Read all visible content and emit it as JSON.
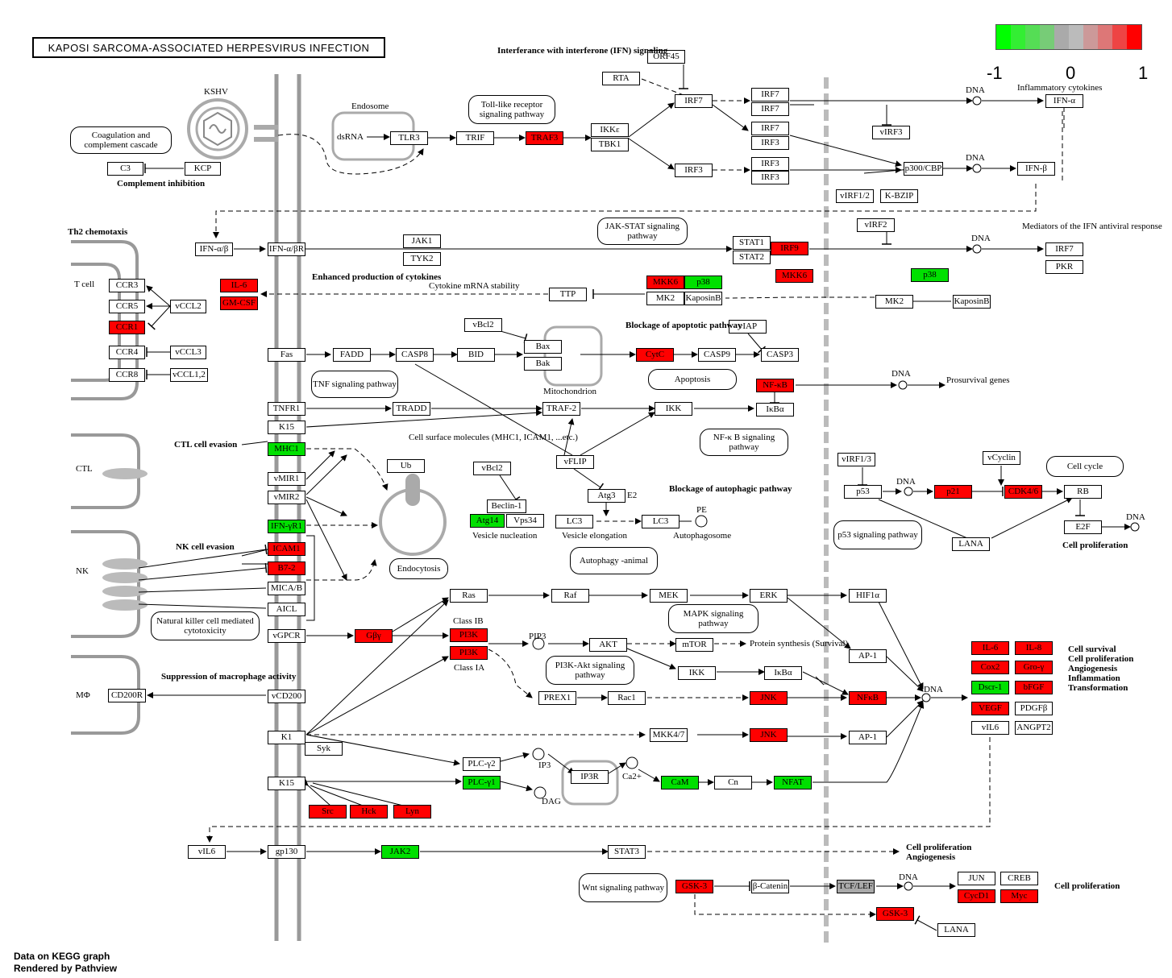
{
  "title": "KAPOSI SARCOMA-ASSOCIATED HERPESVIRUS INFECTION",
  "legend": {
    "colors": [
      "#00ff00",
      "#33ee33",
      "#55dd55",
      "#77cc77",
      "#aaaaaa",
      "#bbbbbb",
      "#cc9999",
      "#dd7777",
      "#ee4444",
      "#ff0000"
    ],
    "min_label": "-1",
    "mid_label": "0",
    "max_label": "1"
  },
  "footer": {
    "line1": "Data on KEGG graph",
    "line2": "Rendered by Pathview"
  },
  "status_colors": {
    "red": "#ff0000",
    "green": "#00e000",
    "gray": "#aaaaaa",
    "none": "#ffffff"
  },
  "nodes": [
    {
      "id": "C3",
      "text": "C3",
      "status": "none"
    },
    {
      "id": "KCP",
      "text": "KCP",
      "status": "none"
    },
    {
      "id": "CCR3",
      "text": "CCR3",
      "status": "none"
    },
    {
      "id": "CCR5",
      "text": "CCR5",
      "status": "none"
    },
    {
      "id": "CCR1",
      "text": "CCR1",
      "status": "red"
    },
    {
      "id": "CCR4",
      "text": "CCR4",
      "status": "none"
    },
    {
      "id": "CCR8",
      "text": "CCR8",
      "status": "none"
    },
    {
      "id": "vCCL2",
      "text": "vCCL2",
      "status": "none"
    },
    {
      "id": "vCCL3",
      "text": "vCCL3",
      "status": "none"
    },
    {
      "id": "vCCL12",
      "text": "vCCL1,2",
      "status": "none"
    },
    {
      "id": "IL6a",
      "text": "IL-6",
      "status": "red"
    },
    {
      "id": "GMCSF",
      "text": "GM-CSF",
      "status": "red"
    },
    {
      "id": "CD200R",
      "text": "CD200R",
      "status": "none"
    },
    {
      "id": "IFNab",
      "text": "IFN-α/β",
      "status": "none"
    },
    {
      "id": "IFNabR",
      "text": "IFN-α/βR",
      "status": "none"
    },
    {
      "id": "Fas",
      "text": "Fas",
      "status": "none"
    },
    {
      "id": "TNFR1",
      "text": "TNFR1",
      "status": "none"
    },
    {
      "id": "K15a",
      "text": "K15",
      "status": "none"
    },
    {
      "id": "MHC1",
      "text": "MHC1",
      "status": "green"
    },
    {
      "id": "vMIR1",
      "text": "vMIR1",
      "status": "none"
    },
    {
      "id": "vMIR2",
      "text": "vMIR2",
      "status": "none"
    },
    {
      "id": "IFNgR1",
      "text": "IFN-γR1",
      "status": "green"
    },
    {
      "id": "ICAM1",
      "text": "ICAM1",
      "status": "red"
    },
    {
      "id": "B72",
      "text": "B7-2",
      "status": "red"
    },
    {
      "id": "MICAB",
      "text": "MICA/B",
      "status": "none"
    },
    {
      "id": "AICL",
      "text": "AICL",
      "status": "none"
    },
    {
      "id": "vGPCR",
      "text": "vGPCR",
      "status": "none"
    },
    {
      "id": "vCD200",
      "text": "vCD200",
      "status": "none"
    },
    {
      "id": "K1",
      "text": "K1",
      "status": "none"
    },
    {
      "id": "Syk",
      "text": "Syk",
      "status": "none"
    },
    {
      "id": "K15b",
      "text": "K15",
      "status": "none"
    },
    {
      "id": "Src",
      "text": "Src",
      "status": "red"
    },
    {
      "id": "Hck",
      "text": "Hck",
      "status": "red"
    },
    {
      "id": "Lyn",
      "text": "Lyn",
      "status": "red"
    },
    {
      "id": "vIL6",
      "text": "vIL6",
      "status": "none"
    },
    {
      "id": "gp130",
      "text": "gp130",
      "status": "none"
    },
    {
      "id": "JAK2",
      "text": "JAK2",
      "status": "green"
    },
    {
      "id": "STAT3",
      "text": "STAT3",
      "status": "none"
    },
    {
      "id": "TLR3",
      "text": "TLR3",
      "status": "none"
    },
    {
      "id": "TRIF",
      "text": "TRIF",
      "status": "none"
    },
    {
      "id": "TRAF3",
      "text": "TRAF3",
      "status": "red"
    },
    {
      "id": "IKKe",
      "text": "IKKε",
      "status": "none"
    },
    {
      "id": "TBK1",
      "text": "TBK1",
      "status": "none"
    },
    {
      "id": "RTA",
      "text": "RTA",
      "status": "none"
    },
    {
      "id": "ORF45",
      "text": "ORF45",
      "status": "none"
    },
    {
      "id": "IRF7a",
      "text": "IRF7",
      "status": "none"
    },
    {
      "id": "IRF3a",
      "text": "IRF3",
      "status": "none"
    },
    {
      "id": "IRF7b",
      "text": "IRF7",
      "status": "none"
    },
    {
      "id": "IRF7c",
      "text": "IRF7",
      "status": "none"
    },
    {
      "id": "IRF7d",
      "text": "IRF7",
      "status": "none"
    },
    {
      "id": "IRF3b",
      "text": "IRF3",
      "status": "none"
    },
    {
      "id": "IRF3c",
      "text": "IRF3",
      "status": "none"
    },
    {
      "id": "IRF3d",
      "text": "IRF3",
      "status": "none"
    },
    {
      "id": "vIRF3",
      "text": "vIRF3",
      "status": "none"
    },
    {
      "id": "p300",
      "text": "p300/CBP",
      "status": "none"
    },
    {
      "id": "vIRF12",
      "text": "vIRF1/2",
      "status": "none"
    },
    {
      "id": "KBZIP",
      "text": "K-BZIP",
      "status": "none"
    },
    {
      "id": "IFNa",
      "text": "IFN-α",
      "status": "none"
    },
    {
      "id": "IFNb",
      "text": "IFN-β",
      "status": "none"
    },
    {
      "id": "JAK1",
      "text": "JAK1",
      "status": "none"
    },
    {
      "id": "TYK2",
      "text": "TYK2",
      "status": "none"
    },
    {
      "id": "STAT1",
      "text": "STAT1",
      "status": "none"
    },
    {
      "id": "STAT2",
      "text": "STAT2",
      "status": "none"
    },
    {
      "id": "IRF9",
      "text": "IRF9",
      "status": "red"
    },
    {
      "id": "vIRF2",
      "text": "vIRF2",
      "status": "none"
    },
    {
      "id": "IRF7e",
      "text": "IRF7",
      "status": "none"
    },
    {
      "id": "PKR",
      "text": "PKR",
      "status": "none"
    },
    {
      "id": "MKK6a",
      "text": "MKK6",
      "status": "red"
    },
    {
      "id": "p38a",
      "text": "p38",
      "status": "green"
    },
    {
      "id": "MK2a",
      "text": "MK2",
      "status": "none"
    },
    {
      "id": "KaposinBa",
      "text": "KaposinB",
      "status": "none"
    },
    {
      "id": "TTP",
      "text": "TTP",
      "status": "none"
    },
    {
      "id": "MKK6b",
      "text": "MKK6",
      "status": "red"
    },
    {
      "id": "p38b",
      "text": "p38",
      "status": "green"
    },
    {
      "id": "MK2b",
      "text": "MK2",
      "status": "none"
    },
    {
      "id": "KaposinBb",
      "text": "KaposinB",
      "status": "none"
    },
    {
      "id": "vBcl2a",
      "text": "vBcl2",
      "status": "none"
    },
    {
      "id": "FADD",
      "text": "FADD",
      "status": "none"
    },
    {
      "id": "CASP8",
      "text": "CASP8",
      "status": "none"
    },
    {
      "id": "BID",
      "text": "BID",
      "status": "none"
    },
    {
      "id": "Bax",
      "text": "Bax",
      "status": "none"
    },
    {
      "id": "Bak",
      "text": "Bak",
      "status": "none"
    },
    {
      "id": "CytC",
      "text": "CytC",
      "status": "red"
    },
    {
      "id": "CASP9",
      "text": "CASP9",
      "status": "none"
    },
    {
      "id": "CASP3",
      "text": "CASP3",
      "status": "none"
    },
    {
      "id": "vIAP",
      "text": "vIAP",
      "status": "none"
    },
    {
      "id": "NFkBa",
      "text": "NF-κB",
      "status": "red"
    },
    {
      "id": "IkBa",
      "text": "IκBα",
      "status": "none"
    },
    {
      "id": "TRADD",
      "text": "TRADD",
      "status": "none"
    },
    {
      "id": "TRAF2",
      "text": "TRAF-2",
      "status": "none"
    },
    {
      "id": "IKKa",
      "text": "IKK",
      "status": "none"
    },
    {
      "id": "vFLIP",
      "text": "vFLIP",
      "status": "none"
    },
    {
      "id": "Ub",
      "text": "Ub",
      "status": "none"
    },
    {
      "id": "vBcl2b",
      "text": "vBcl2",
      "status": "none"
    },
    {
      "id": "Beclin1",
      "text": "Beclin-1",
      "status": "none"
    },
    {
      "id": "Atg14",
      "text": "Atg14",
      "status": "green"
    },
    {
      "id": "Vps34",
      "text": "Vps34",
      "status": "none"
    },
    {
      "id": "Atg3",
      "text": "Atg3",
      "status": "none"
    },
    {
      "id": "LC3a",
      "text": "LC3",
      "status": "none"
    },
    {
      "id": "LC3b",
      "text": "LC3",
      "status": "none"
    },
    {
      "id": "vIRF13",
      "text": "vIRF1/3",
      "status": "none"
    },
    {
      "id": "p53",
      "text": "p53",
      "status": "none"
    },
    {
      "id": "p21",
      "text": "p21",
      "status": "red"
    },
    {
      "id": "vCyclin",
      "text": "vCyclin",
      "status": "none"
    },
    {
      "id": "CDK46",
      "text": "CDK4/6",
      "status": "red"
    },
    {
      "id": "RB",
      "text": "RB",
      "status": "none"
    },
    {
      "id": "E2F",
      "text": "E2F",
      "status": "none"
    },
    {
      "id": "LANAa",
      "text": "LANA",
      "status": "none"
    },
    {
      "id": "Ras",
      "text": "Ras",
      "status": "none"
    },
    {
      "id": "Raf",
      "text": "Raf",
      "status": "none"
    },
    {
      "id": "MEK",
      "text": "MEK",
      "status": "none"
    },
    {
      "id": "ERK",
      "text": "ERK",
      "status": "none"
    },
    {
      "id": "HIF1a",
      "text": "HIF1α",
      "status": "none"
    },
    {
      "id": "AP1a",
      "text": "AP-1",
      "status": "none"
    },
    {
      "id": "Gby",
      "text": "Gβγ",
      "status": "red"
    },
    {
      "id": "PI3Ka",
      "text": "PI3K",
      "status": "red"
    },
    {
      "id": "PI3Kb",
      "text": "PI3K",
      "status": "red"
    },
    {
      "id": "AKT",
      "text": "AKT",
      "status": "none"
    },
    {
      "id": "mTOR",
      "text": "mTOR",
      "status": "none"
    },
    {
      "id": "IKKb",
      "text": "IKK",
      "status": "none"
    },
    {
      "id": "IkBab",
      "text": "IκBα",
      "status": "none"
    },
    {
      "id": "PREX1",
      "text": "PREX1",
      "status": "none"
    },
    {
      "id": "Rac1",
      "text": "Rac1",
      "status": "none"
    },
    {
      "id": "JNKa",
      "text": "JNK",
      "status": "red"
    },
    {
      "id": "NFkBb",
      "text": "NFκB",
      "status": "red"
    },
    {
      "id": "MKK47",
      "text": "MKK4/7",
      "status": "none"
    },
    {
      "id": "JNKb",
      "text": "JNK",
      "status": "red"
    },
    {
      "id": "AP1b",
      "text": "AP-1",
      "status": "none"
    },
    {
      "id": "PLCy2",
      "text": "PLC-γ2",
      "status": "none"
    },
    {
      "id": "PLCy1",
      "text": "PLC-γ1",
      "status": "green"
    },
    {
      "id": "IP3R",
      "text": "IP3R",
      "status": "none"
    },
    {
      "id": "CaM",
      "text": "CaM",
      "status": "green"
    },
    {
      "id": "Cn",
      "text": "Cn",
      "status": "none"
    },
    {
      "id": "NFAT",
      "text": "NFAT",
      "status": "green"
    },
    {
      "id": "IL6b",
      "text": "IL-6",
      "status": "red"
    },
    {
      "id": "IL8",
      "text": "IL-8",
      "status": "red"
    },
    {
      "id": "Cox2",
      "text": "Cox2",
      "status": "red"
    },
    {
      "id": "Groy",
      "text": "Gro-γ",
      "status": "red"
    },
    {
      "id": "Dscr1",
      "text": "Dscr-1",
      "status": "green"
    },
    {
      "id": "bFGF",
      "text": "bFGF",
      "status": "red"
    },
    {
      "id": "VEGF",
      "text": "VEGF",
      "status": "red"
    },
    {
      "id": "PDGFb",
      "text": "PDGFβ",
      "status": "none"
    },
    {
      "id": "vIL6b",
      "text": "vIL6",
      "status": "none"
    },
    {
      "id": "ANGPT2",
      "text": "ANGPT2",
      "status": "none"
    },
    {
      "id": "GSK3a",
      "text": "GSK-3",
      "status": "red"
    },
    {
      "id": "bCatenin",
      "text": "β-Catenin",
      "status": "none"
    },
    {
      "id": "TCFLEF",
      "text": "TCF/LEF",
      "status": "gray"
    },
    {
      "id": "JUN",
      "text": "JUN",
      "status": "none"
    },
    {
      "id": "CREB",
      "text": "CREB",
      "status": "none"
    },
    {
      "id": "CycD1",
      "text": "CycD1",
      "status": "red"
    },
    {
      "id": "Myc",
      "text": "Myc",
      "status": "red"
    },
    {
      "id": "GSK3b",
      "text": "GSK-3",
      "status": "red"
    },
    {
      "id": "LANAb",
      "text": "LANA",
      "status": "none"
    }
  ],
  "pathway_boxes": [
    {
      "id": "coag",
      "text": "Coagulation and complement cascade"
    },
    {
      "id": "tlr",
      "text": "Toll-like receptor signaling pathway"
    },
    {
      "id": "jakstat",
      "text": "JAK-STAT signaling pathway"
    },
    {
      "id": "tnf",
      "text": "TNF signaling pathway"
    },
    {
      "id": "apoptosis",
      "text": "Apoptosis"
    },
    {
      "id": "nfkb",
      "text": "NF-κ B signaling pathway"
    },
    {
      "id": "endocytosis",
      "text": "Endocytosis"
    },
    {
      "id": "autophagy",
      "text": "Autophagy -animal"
    },
    {
      "id": "cellcycle",
      "text": "Cell cycle"
    },
    {
      "id": "p53path",
      "text": "p53 signaling pathway"
    },
    {
      "id": "nkcyto",
      "text": "Natural killer cell mediated cytotoxicity"
    },
    {
      "id": "mapk",
      "text": "MAPK signaling pathway"
    },
    {
      "id": "pi3k",
      "text": "PI3K-Akt signaling pathway"
    },
    {
      "id": "wnt",
      "text": "Wnt signaling pathway"
    }
  ],
  "labels": [
    {
      "id": "KSHV",
      "text": "KSHV",
      "bold": false
    },
    {
      "id": "ComplementInh",
      "text": "Complement inhibition",
      "bold": true
    },
    {
      "id": "Th2",
      "text": "Th2 chemotaxis",
      "bold": true
    },
    {
      "id": "Tcell",
      "text": "T cell",
      "bold": false
    },
    {
      "id": "CTL",
      "text": "CTL",
      "bold": false
    },
    {
      "id": "NK",
      "text": "NK",
      "bold": false
    },
    {
      "id": "Mphi",
      "text": "MΦ",
      "bold": false
    },
    {
      "id": "CTLevasion",
      "text": "CTL cell evasion",
      "bold": true
    },
    {
      "id": "NKevasion",
      "text": "NK cell evasion",
      "bold": true
    },
    {
      "id": "Suppression",
      "text": "Suppression of macrophage activity",
      "bold": true
    },
    {
      "id": "Endosome",
      "text": "Endosome",
      "bold": false
    },
    {
      "id": "dsRNA",
      "text": "dsRNA",
      "bold": false
    },
    {
      "id": "Interference",
      "text": "Interferance with interferone (IFN) signaling",
      "bold": true
    },
    {
      "id": "EnhancedProd",
      "text": "Enhanced production of cytokines",
      "bold": true
    },
    {
      "id": "CytokineMRNA",
      "text": "Cytokine mRNA stability",
      "bold": false
    },
    {
      "id": "BlockApop",
      "text": "Blockage of apoptotic pathway",
      "bold": true
    },
    {
      "id": "Mitochondrion",
      "text": "Mitochondrion",
      "bold": false
    },
    {
      "id": "Prosurvival",
      "text": "Prosurvival genes",
      "bold": false
    },
    {
      "id": "CellSurface",
      "text": "Cell surface molecules (MHC1, ICAM1, ...etc.)",
      "bold": false
    },
    {
      "id": "BlockAuto",
      "text": "Blockage of autophagic pathway",
      "bold": true
    },
    {
      "id": "VesNuc",
      "text": "Vesicle nucleation",
      "bold": false
    },
    {
      "id": "VesElong",
      "text": "Vesicle elongation",
      "bold": false
    },
    {
      "id": "Autophagosome",
      "text": "Autophagosome",
      "bold": false
    },
    {
      "id": "PE",
      "text": "PE",
      "bold": false
    },
    {
      "id": "E2",
      "text": "E2",
      "bold": false
    },
    {
      "id": "InflamCyt",
      "text": "Inflammatory cytokines",
      "bold": false
    },
    {
      "id": "Mediators",
      "text": "Mediators of the IFN antiviral response",
      "bold": false
    },
    {
      "id": "CellProlif1",
      "text": "Cell proliferation",
      "bold": true
    },
    {
      "id": "ClassIB",
      "text": "Class IB",
      "bold": false
    },
    {
      "id": "ClassIA",
      "text": "Class IA",
      "bold": false
    },
    {
      "id": "PIP3",
      "text": "PIP3",
      "bold": false
    },
    {
      "id": "ProteinSynth",
      "text": "Protein synthesis (Survival)",
      "bold": false
    },
    {
      "id": "IP3",
      "text": "IP3",
      "bold": false
    },
    {
      "id": "DAG",
      "text": "DAG",
      "bold": false
    },
    {
      "id": "Ca2",
      "text": "Ca2+",
      "bold": false
    },
    {
      "id": "Outcomes",
      "text": "Cell survival\nCell proliferation\nAngiogenesis\nInflammation\nTransformation",
      "bold": true
    },
    {
      "id": "CellProlifAng",
      "text": "Cell proliferation\nAngiogenesis",
      "bold": true
    },
    {
      "id": "CellProlif2",
      "text": "Cell proliferation",
      "bold": true
    },
    {
      "id": "DNA1",
      "text": "DNA",
      "bold": false
    },
    {
      "id": "DNA2",
      "text": "DNA",
      "bold": false
    },
    {
      "id": "DNA3",
      "text": "DNA",
      "bold": false
    },
    {
      "id": "DNA4",
      "text": "DNA",
      "bold": false
    },
    {
      "id": "DNA5",
      "text": "DNA",
      "bold": false
    },
    {
      "id": "DNA6",
      "text": "DNA",
      "bold": false
    },
    {
      "id": "DNA7",
      "text": "DNA",
      "bold": false
    },
    {
      "id": "DNA8",
      "text": "DNA",
      "bold": false
    }
  ]
}
